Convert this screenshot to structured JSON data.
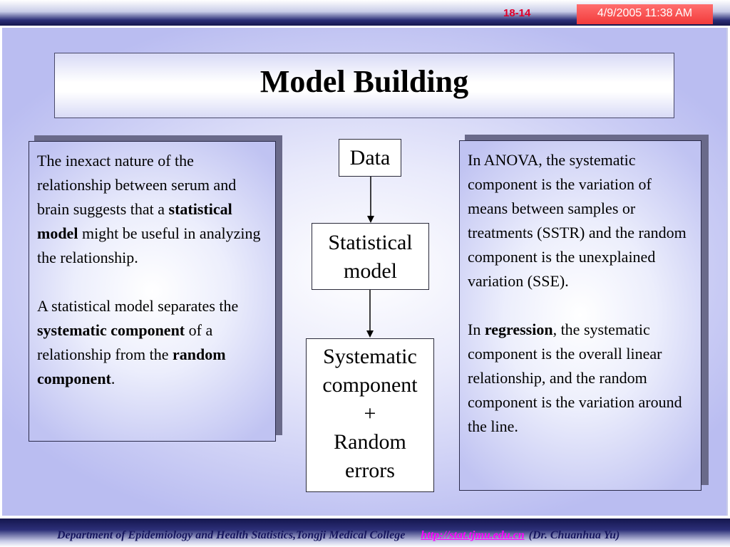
{
  "header": {
    "slide_number": "18-14",
    "datetime": "4/9/2005 11:38 AM"
  },
  "title": "Model Building",
  "left_panel": {
    "p1_before": "The inexact nature of the relationship between serum and brain suggests that a ",
    "p1_bold": "statistical model",
    "p1_after": " might be useful in analyzing the relationship.",
    "p2_before": "A statistical model separates the ",
    "p2_bold1": "systematic component",
    "p2_mid": " of a relationship from the ",
    "p2_bold2": "random component",
    "p2_after": "."
  },
  "flow": {
    "data": "Data",
    "model_line1": "Statistical",
    "model_line2": "model",
    "sys_line1": "Systematic",
    "sys_line2": "component",
    "sys_line3": "+",
    "sys_line4": "Random",
    "sys_line5": "errors"
  },
  "right_panel": {
    "p1": "In ANOVA, the systematic component is the variation of means between samples or treatments (SSTR) and the random component is the unexplained variation (SSE).",
    "p2_before": "In ",
    "p2_bold": "regression",
    "p2_after": ", the systematic component is the overall linear relationship, and the random component is the variation around the line."
  },
  "footer": {
    "department": "Department of Epidemiology and Health Statistics,Tongji Medical College",
    "link": "http://stat.tjmu.edu.cn",
    "author": "(Dr. Chuanhua Yu)"
  },
  "colors": {
    "header_dark": "#14164e",
    "slide_number": "#e0002a",
    "date_tab": "#f23a3a",
    "footer_text": "#16165e",
    "footer_link": "#ff00ff"
  }
}
